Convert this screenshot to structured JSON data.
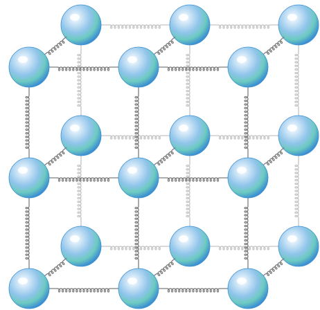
{
  "diagram": {
    "kind": "crystal lattice ball-and-spring model",
    "grid": {
      "columns": 3,
      "rows": 3,
      "layers": 2
    },
    "atom_count": 18,
    "colors": {
      "background": "#ffffff",
      "atom_highlight": "#ffffff",
      "atom_light": "#cfe6f7",
      "atom_mid": "#8fc4ea",
      "atom_band": "#6ccac0",
      "atom_dark": "#3c8fd2",
      "spring_front": "#7d7d7d",
      "spring_back": "#c4c4c4"
    }
  }
}
